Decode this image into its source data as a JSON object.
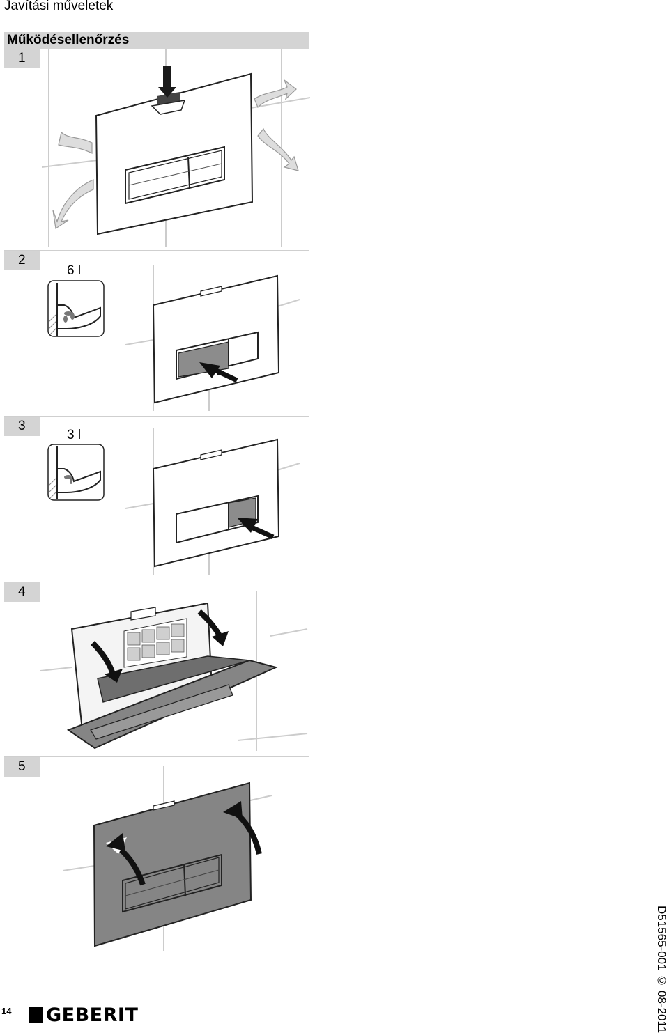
{
  "header": {
    "title": "Javítási műveletek"
  },
  "section": {
    "title": "Működésellenőrzés"
  },
  "steps": [
    {
      "number": "1"
    },
    {
      "number": "2",
      "volume": "6 l"
    },
    {
      "number": "3",
      "volume": "3 l"
    },
    {
      "number": "4"
    },
    {
      "number": "5"
    }
  ],
  "footer": {
    "page_number": "14",
    "brand": "GEBERIT",
    "doc_ref": "D51565-001 © 08-2011"
  },
  "colors": {
    "step_box": "#d4d4d4",
    "section_bar": "#d4d4d4",
    "actuated_button": "#8c8c8c",
    "plate_grey": "#858585",
    "arrow": "#1a1a1a",
    "wall_line": "#cccccc"
  },
  "icons": [
    "toilet-flush-icon",
    "arrow-icon"
  ]
}
